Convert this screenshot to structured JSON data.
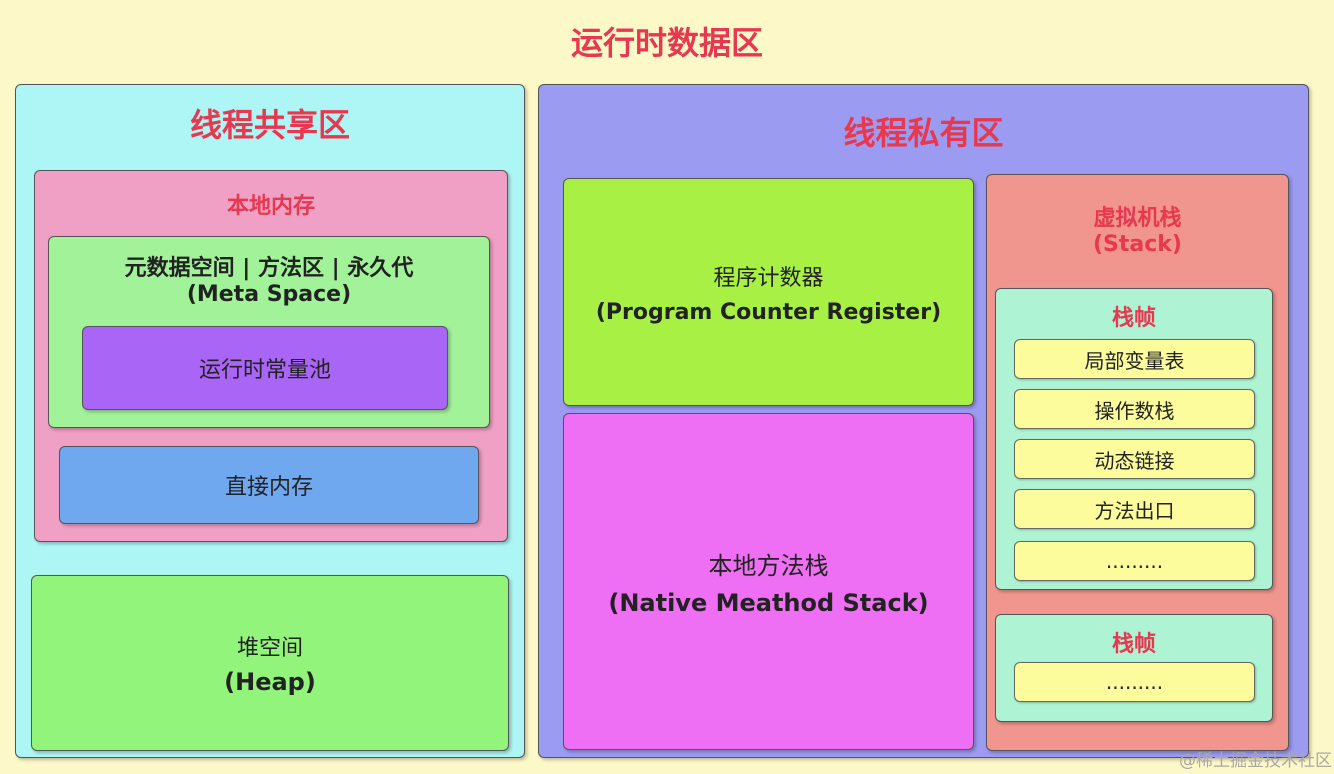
{
  "title": "运行时数据区",
  "shared": {
    "title": "线程共享区",
    "native_memory": {
      "title": "本地内存",
      "metaspace": {
        "line1": "元数据空间 | 方法区 | 永久代",
        "line2": "(Meta Space)",
        "constant_pool": "运行时常量池"
      },
      "direct_memory": "直接内存"
    },
    "heap": {
      "line1": "堆空间",
      "line2": "(Heap)"
    }
  },
  "private": {
    "title": "线程私有区",
    "pc_register": {
      "line1": "程序计数器",
      "line2": "(Program Counter Register)"
    },
    "native_method_stack": {
      "line1": "本地方法栈",
      "line2": "(Native Meathod Stack)"
    },
    "vm_stack": {
      "line1": "虚拟机栈",
      "line2": "(Stack)",
      "frames": [
        {
          "title": "栈帧",
          "items": [
            "局部变量表",
            "操作数栈",
            "动态链接",
            "方法出口",
            "........."
          ]
        },
        {
          "title": "栈帧",
          "items": [
            "........."
          ]
        }
      ]
    }
  },
  "watermark": "@稀土掘金技术社区",
  "colors": {
    "background": "#fdf8c8",
    "shared_bg": "#aef6f6",
    "private_bg": "#9b9bf2",
    "native_memory_bg": "#f0a0c4",
    "metaspace_bg": "#a2f29a",
    "constant_pool_bg": "#a965f5",
    "direct_memory_bg": "#70a8f0",
    "heap_bg": "#92f47a",
    "pc_register_bg": "#a8f044",
    "native_method_stack_bg": "#ee6ef4",
    "vm_stack_bg": "#f0968f",
    "frame_bg": "#aef4d4",
    "frame_item_bg": "#fcfc9c",
    "title_red": "#e8384f"
  }
}
